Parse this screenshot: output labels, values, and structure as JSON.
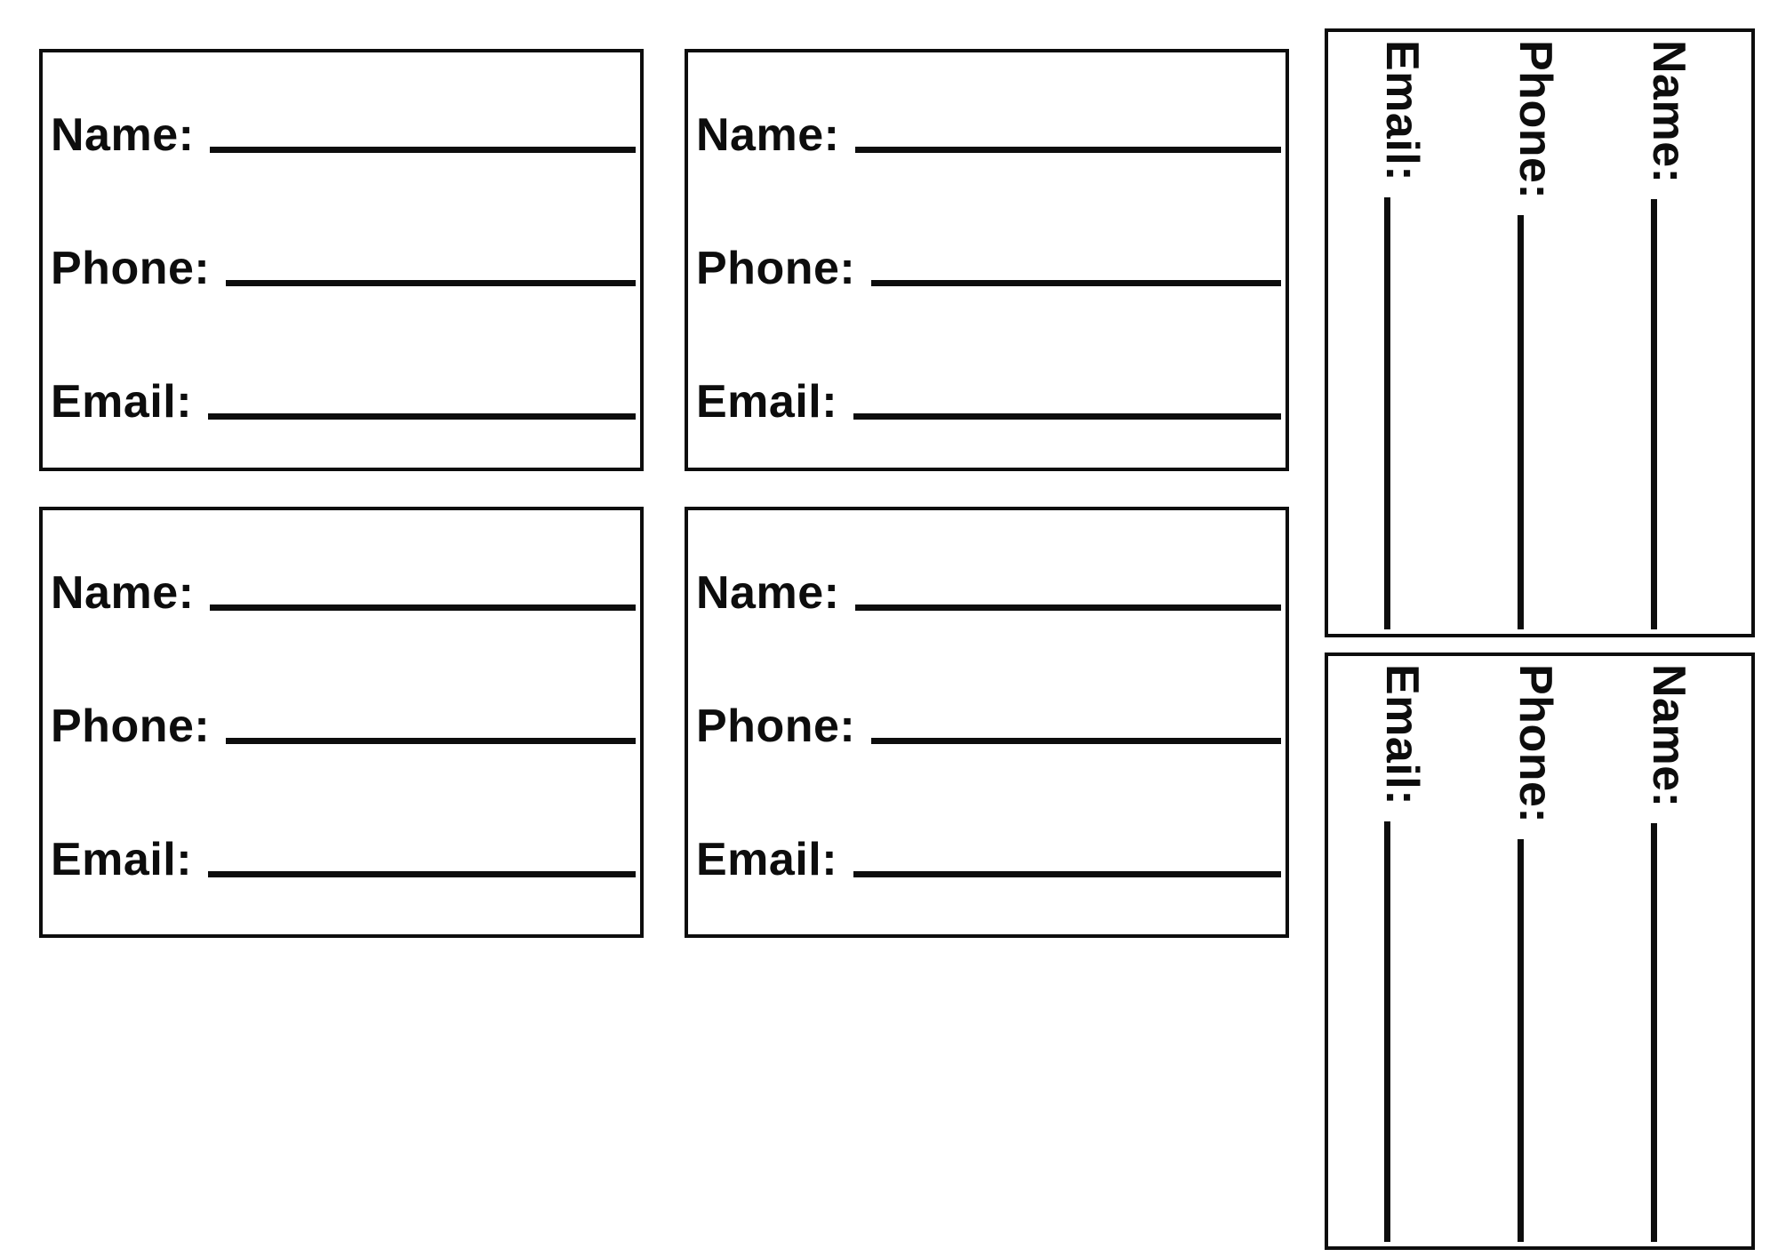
{
  "page": {
    "background": "#ffffff",
    "ink": "#0d0d0d",
    "description": "Printable blank contact information card sheet"
  },
  "cards": [
    {
      "orientation": "horizontal",
      "fields": [
        {
          "label": "Name:"
        },
        {
          "label": "Phone:"
        },
        {
          "label": "Email:"
        }
      ]
    },
    {
      "orientation": "horizontal",
      "fields": [
        {
          "label": "Name:"
        },
        {
          "label": "Phone:"
        },
        {
          "label": "Email:"
        }
      ]
    },
    {
      "orientation": "horizontal",
      "fields": [
        {
          "label": "Name:"
        },
        {
          "label": "Phone:"
        },
        {
          "label": "Email:"
        }
      ]
    },
    {
      "orientation": "horizontal",
      "fields": [
        {
          "label": "Name:"
        },
        {
          "label": "Phone:"
        },
        {
          "label": "Email:"
        }
      ]
    },
    {
      "orientation": "vertical-rotated-90cw",
      "fields": [
        {
          "label": "Name:"
        },
        {
          "label": "Phone:"
        },
        {
          "label": "Email:"
        }
      ]
    },
    {
      "orientation": "vertical-rotated-90cw",
      "fields": [
        {
          "label": "Name:"
        },
        {
          "label": "Phone:"
        },
        {
          "label": "Email:"
        }
      ]
    }
  ]
}
